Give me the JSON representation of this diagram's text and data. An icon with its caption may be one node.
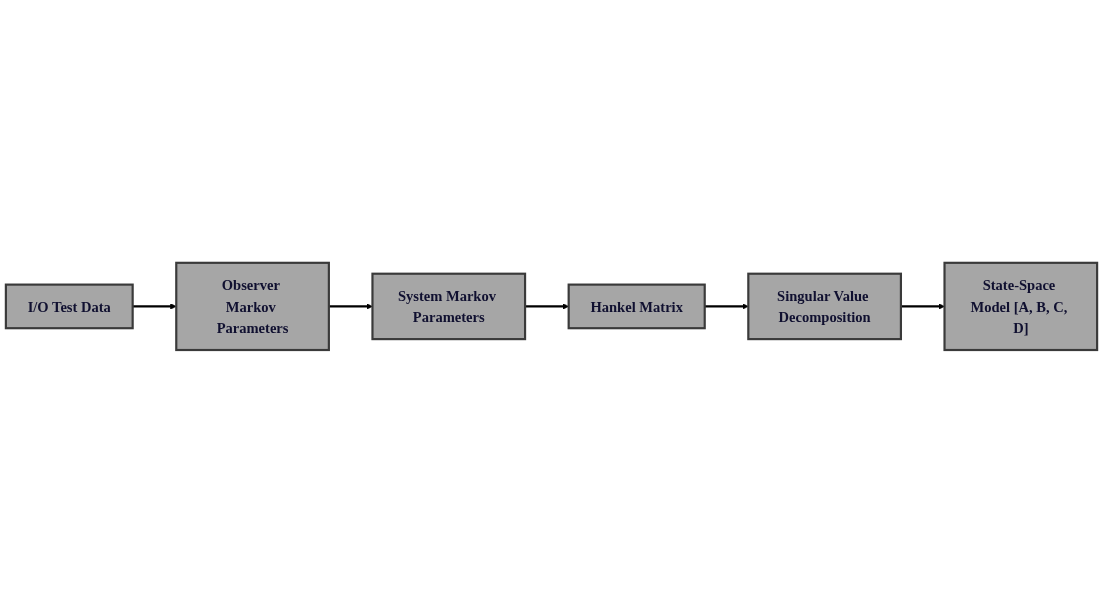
{
  "diagram": {
    "nodes": [
      {
        "text": [
          "I/O Test Data"
        ]
      },
      {
        "text": [
          "Observer Markov Parameters"
        ]
      },
      {
        "text": [
          "System Markov Parameters"
        ]
      },
      {
        "text": [
          "State-Space Model [A, B, C, D]"
        ]
      },
      {
        "text": [
          "Singular Value Decomposition"
        ]
      },
      {
        "text": [
          "Hankel Matrix"
        ]
      }
    ],
    "edges": [
      {
        "from": 0,
        "to": 1,
        "arrow": "to"
      },
      {
        "from": 1,
        "to": 2,
        "arrow": "to"
      },
      {
        "from": 2,
        "to": 5,
        "arrow": "to"
      },
      {
        "from": 5,
        "to": 4,
        "arrow": "to"
      },
      {
        "from": 4,
        "to": 3,
        "arrow": "to"
      }
    ]
  }
}
